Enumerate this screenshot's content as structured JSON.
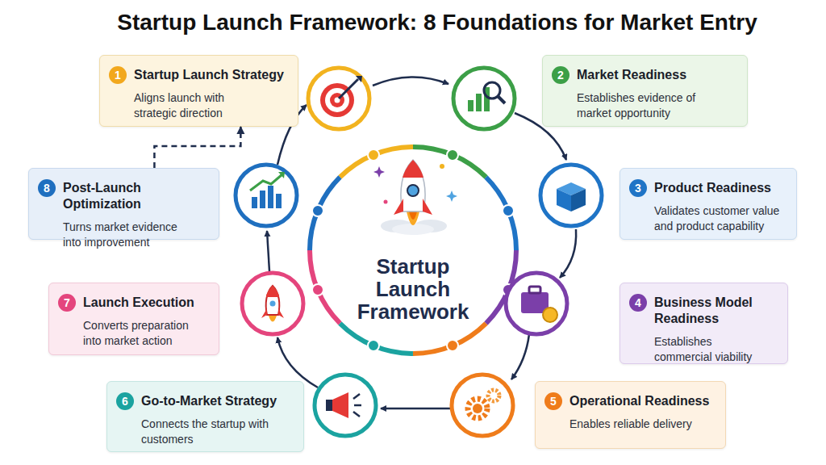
{
  "diagram": {
    "title": "Startup Launch Framework: 8 Foundations for Market Entry",
    "nodes": [
      {
        "text": [
          "1",
          "Startup Launch Strategy",
          "Aligns launch with strategic direction"
        ]
      },
      {
        "text": [
          "2",
          "Market Readiness",
          "Establishes evidence of market opportunity"
        ]
      },
      {
        "text": [
          "3",
          "Product Readiness",
          "Validates customer value and product capability"
        ]
      },
      {
        "text": [
          "4",
          "Business Model Readiness",
          "Establishes commercial viability"
        ]
      },
      {
        "text": [
          "5",
          "Operational Readiness",
          "Enables reliable delivery"
        ]
      },
      {
        "text": [
          "6",
          "Go-to-Market Strategy",
          "Connects the startup with customers"
        ]
      },
      {
        "text": [
          "7",
          "Launch Execution",
          "Converts preparation into market action"
        ]
      },
      {
        "text": [
          "8",
          "Post-Launch Optimization",
          "Turns market evidence into improvement"
        ]
      },
      {
        "text": [
          "Startup Launch Framework"
        ]
      }
    ],
    "edges": [
      {
        "from": 7,
        "to": 0,
        "arrow": "to"
      }
    ]
  }
}
